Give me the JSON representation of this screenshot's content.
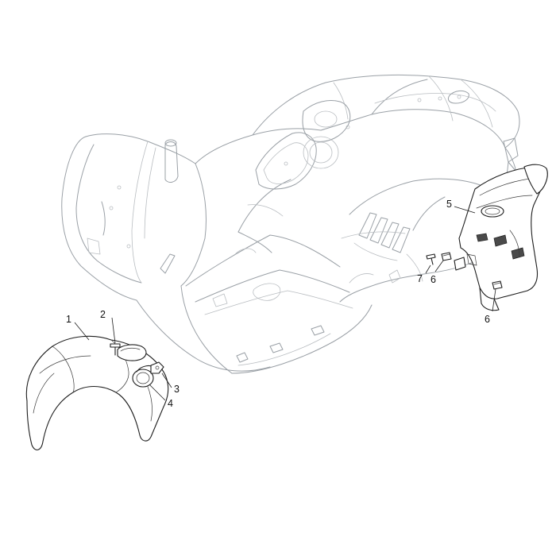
{
  "callouts": [
    {
      "id": "c1",
      "text": "1"
    },
    {
      "id": "c2",
      "text": "2"
    },
    {
      "id": "c3",
      "text": "3"
    },
    {
      "id": "c4",
      "text": "4"
    },
    {
      "id": "c5",
      "text": "5"
    },
    {
      "id": "c6a",
      "text": "6"
    },
    {
      "id": "c6b",
      "text": "6"
    },
    {
      "id": "c7",
      "text": "7"
    }
  ]
}
